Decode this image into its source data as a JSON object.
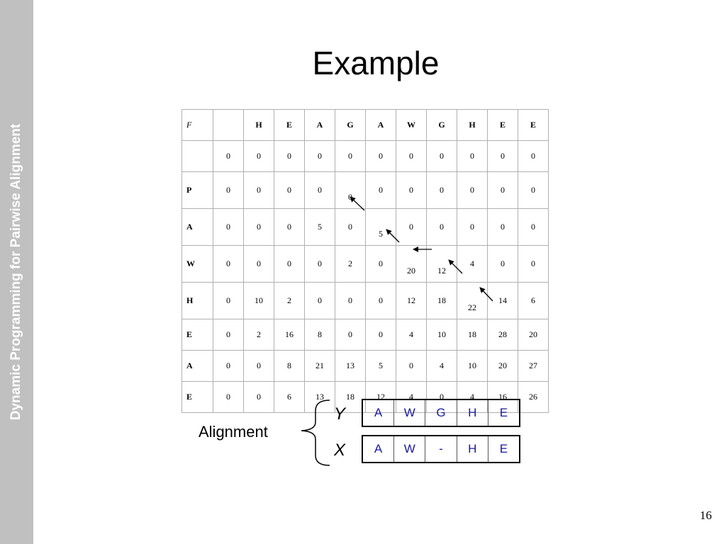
{
  "sidebar": {
    "text": "Dynamic Programming for Pairwise Alignment"
  },
  "title": "Example",
  "matrix": {
    "corner": "F",
    "col_headers": [
      "",
      "H",
      "E",
      "A",
      "G",
      "A",
      "W",
      "G",
      "H",
      "E",
      "E"
    ],
    "rows": [
      {
        "label": "",
        "cells": [
          "0",
          "0",
          "0",
          "0",
          "0",
          "0",
          "0",
          "0",
          "0",
          "0",
          "0"
        ]
      },
      {
        "label": "P",
        "cells": [
          "0",
          "0",
          "0",
          "0",
          "0",
          "0",
          "0",
          "0",
          "0",
          "0",
          "0"
        ]
      },
      {
        "label": "A",
        "cells": [
          "0",
          "0",
          "0",
          "5",
          "0",
          "5",
          "0",
          "0",
          "0",
          "0",
          "0"
        ]
      },
      {
        "label": "W",
        "cells": [
          "0",
          "0",
          "0",
          "0",
          "2",
          "0",
          "20",
          "12",
          "4",
          "0",
          "0"
        ]
      },
      {
        "label": "H",
        "cells": [
          "0",
          "10",
          "2",
          "0",
          "0",
          "0",
          "12",
          "18",
          "22",
          "14",
          "6"
        ]
      },
      {
        "label": "E",
        "cells": [
          "0",
          "2",
          "16",
          "8",
          "0",
          "0",
          "4",
          "10",
          "18",
          "28",
          "20"
        ]
      },
      {
        "label": "A",
        "cells": [
          "0",
          "0",
          "8",
          "21",
          "13",
          "5",
          "0",
          "4",
          "10",
          "20",
          "27"
        ]
      },
      {
        "label": "E",
        "cells": [
          "0",
          "0",
          "6",
          "13",
          "18",
          "12",
          "4",
          "0",
          "4",
          "16",
          "26"
        ]
      }
    ]
  },
  "alignment": {
    "label": "Alignment",
    "y_label": "Y",
    "x_label": "X",
    "y_seq": [
      "A",
      "W",
      "G",
      "H",
      "E"
    ],
    "x_seq": [
      "A",
      "W",
      "-",
      "H",
      "E"
    ]
  },
  "page_number": "16",
  "colors": {
    "sidebar": "#c0c0c0",
    "sequence_text": "#1a1aa0"
  }
}
